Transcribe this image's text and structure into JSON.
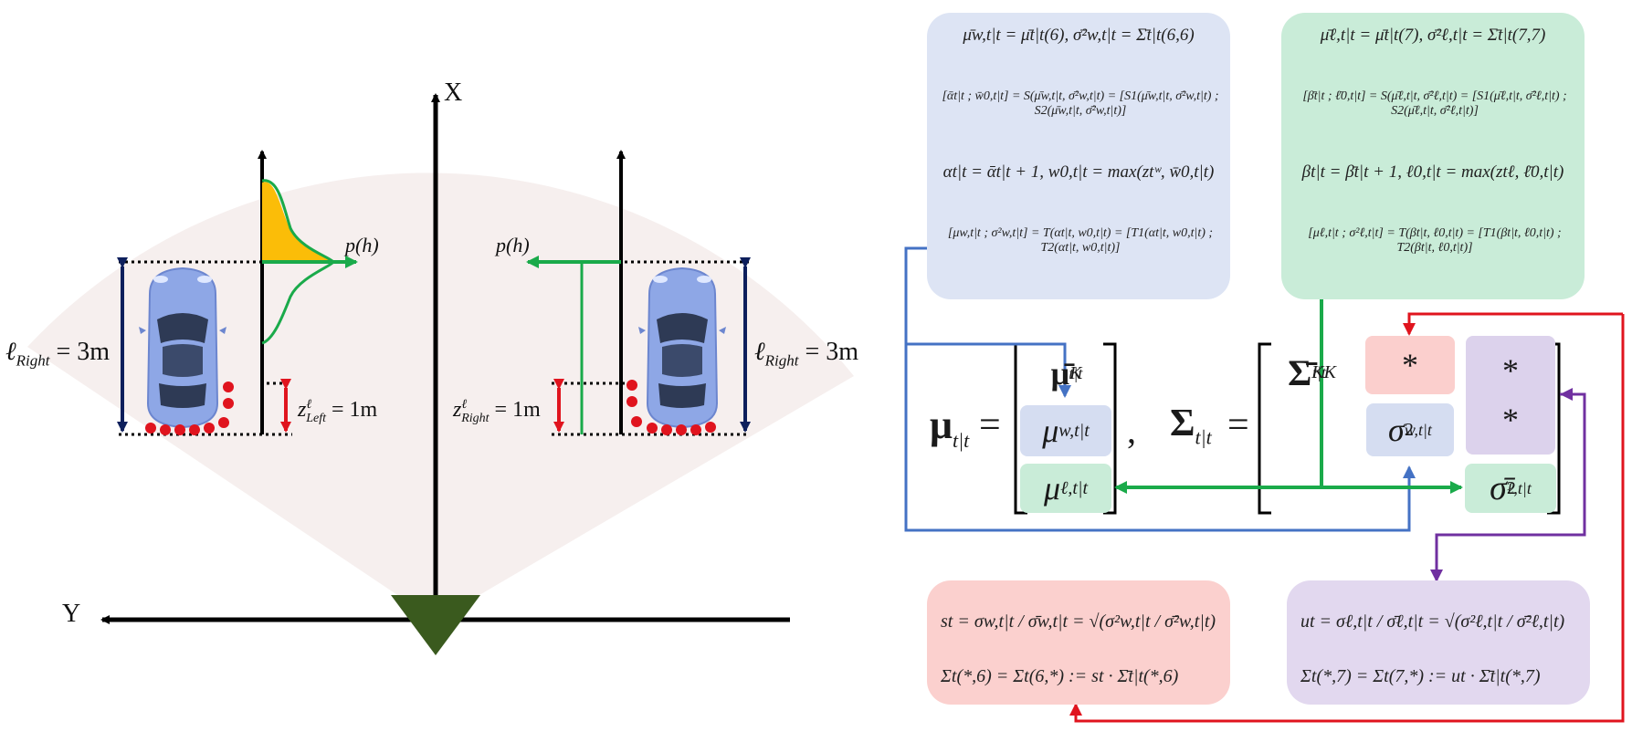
{
  "left_panel": {
    "axis_x_label": "X",
    "axis_y_label": "Y",
    "left_car": {
      "length_label": "ℓ",
      "length_sub": "Right",
      "length_value": " = 3m",
      "z_label": "z",
      "z_sup": "ℓ",
      "z_sub": "Left",
      "z_value": " = 1m",
      "ph_label": "p(h)"
    },
    "right_car": {
      "length_label": "ℓ",
      "length_sub": "Right",
      "length_value": " = 3m",
      "z_label": "z",
      "z_sup": "ℓ",
      "z_sub": "Right",
      "z_value": " = 1m",
      "ph_label": "p(h)"
    }
  },
  "boxes": {
    "blue": {
      "line1": "μ̄w,t|t = μ̄t|t(6),  σ̄²w,t|t = Σ̄t|t(6,6)",
      "line2_lhs": "[ᾱt|t ; w̄0,t|t] = S(μ̄w,t|t, σ̄²w,t|t) = [S1(μ̄w,t|t, σ̄²w,t|t) ; S2(μ̄w,t|t, σ̄²w,t|t)]",
      "line3": "αt|t = ᾱt|t + 1,  w0,t|t = max(ztʷ, w̄0,t|t)",
      "line4": "[μw,t|t ; σ²w,t|t] = T(αt|t, w0,t|t) = [T1(αt|t, w0,t|t) ; T2(αt|t, w0,t|t)]"
    },
    "green": {
      "line1": "μ̄ℓ,t|t = μ̄t|t(7),  σ̄²ℓ,t|t = Σ̄t|t(7,7)",
      "line2_lhs": "[β̄t|t ; ℓ̄0,t|t] = S(μ̄ℓ,t|t, σ̄²ℓ,t|t) = [S1(μ̄ℓ,t|t, σ̄²ℓ,t|t) ; S2(μ̄ℓ,t|t, σ̄²ℓ,t|t)]",
      "line3": "βt|t = β̄t|t + 1,  ℓ0,t|t = max(ztℓ, ℓ̄0,t|t)",
      "line4": "[μℓ,t|t ; σ²ℓ,t|t] = T(βt|t, ℓ0,t|t) = [T1(βt|t, ℓ0,t|t) ; T2(βt|t, ℓ0,t|t)]"
    },
    "red": {
      "line1": "st = σw,t|t / σ̄w,t|t = √(σ²w,t|t / σ̄²w,t|t)",
      "line2": "Σt(*,6) = Σt(6,*) := st · Σ̄t|t(*,6)"
    },
    "purple": {
      "line1": "ut = σℓ,t|t / σ̄ℓ,t|t = √(σ²ℓ,t|t / σ̄²ℓ,t|t)",
      "line2": "Σt(*,7) = Σt(7,*) := ut · Σ̄t|t(*,7)"
    }
  },
  "matrices": {
    "mu_lhs": "μ",
    "mu_lhs_sub": "t|t",
    "equals": "=",
    "mu_top": "μ̄",
    "mu_top_sup": "K",
    "mu_top_sub": "t|t",
    "mu_w": "μ",
    "mu_w_sub": "w,t|t",
    "mu_l": "μ",
    "mu_l_sub": "ℓ,t|t",
    "comma": ",",
    "sigma_lhs": "Σ",
    "sigma_lhs_sub": "t|t",
    "sigma_top": "Σ̄",
    "sigma_top_sup": "KK",
    "sigma_top_sub": "t|t",
    "star": "*",
    "sigma_w": "σ",
    "sigma_w_sup": "2",
    "sigma_w_sub": "w,t|t",
    "sigma_l": "σ̄",
    "sigma_l_sup": "2",
    "sigma_l_sub": "ℓ,t|t"
  },
  "colors": {
    "blue_arrow": "#4472c4",
    "green_arrow": "#1aaa4a",
    "red_arrow": "#e0141e",
    "purple_arrow": "#7030a0",
    "navy_arrow": "#0d1f5c",
    "sensor_fan": "#f6efee",
    "sensor_triangle": "#3a5a1e",
    "pdf_fill": "#fbbd08",
    "dot_red": "#e0141e"
  }
}
